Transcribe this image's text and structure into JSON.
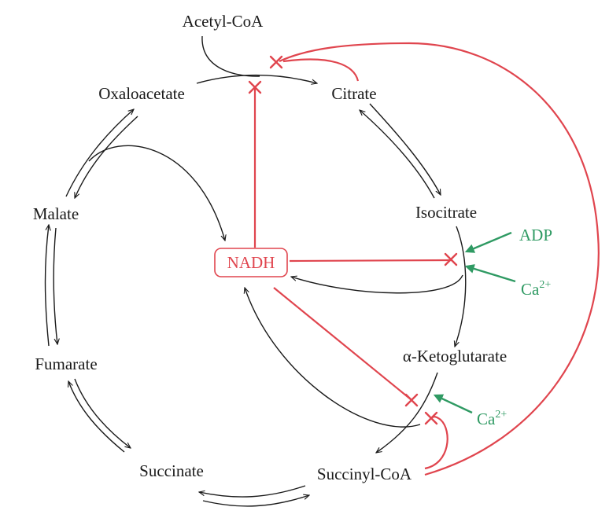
{
  "labels": {
    "acetyl_coa": "Acetyl-CoA",
    "oxaloacetate": "Oxaloacetate",
    "citrate": "Citrate",
    "malate": "Malate",
    "isocitrate": "Isocitrate",
    "nadh": "NADH",
    "fumarate": "Fumarate",
    "alpha_ketoglutarate": "α-Ketoglutarate",
    "succinate": "Succinate",
    "succinyl_coa": "Succinyl-CoA"
  },
  "activators": {
    "adp": "ADP",
    "calcium_base": "Ca",
    "calcium_charge": "2+"
  },
  "colors": {
    "inhibition": "#e0454e",
    "activation": "#2f9a63",
    "pathway": "#1a1a1a"
  }
}
